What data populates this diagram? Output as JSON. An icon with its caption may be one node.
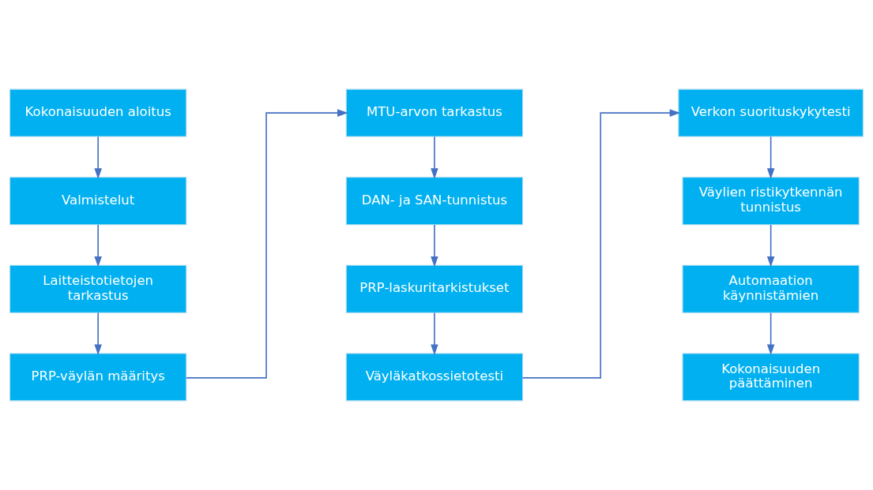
{
  "diagram": {
    "nodes": [
      {
        "text": [
          "Kokonaisuuden aloitus"
        ]
      },
      {
        "text": [
          "Valmistelut"
        ]
      },
      {
        "text": [
          "Laitteistotietojen tarkastus"
        ]
      },
      {
        "text": [
          "PRP-väylän määritys"
        ]
      },
      {
        "text": [
          "MTU-arvon tarkastus"
        ]
      },
      {
        "text": [
          "DAN- ja SAN-tunnistus"
        ]
      },
      {
        "text": [
          "PRP-laskuritarkistukset"
        ]
      },
      {
        "text": [
          "Väyläkatkossietotesti"
        ]
      },
      {
        "text": [
          "Verkon suorituskykytesti"
        ]
      },
      {
        "text": [
          "Väylien ristikytkennän tunnistus"
        ]
      },
      {
        "text": [
          "Automaation käynnistämien"
        ]
      },
      {
        "text": [
          "Kokonaisuuden päättäminen"
        ]
      }
    ],
    "edges": [
      {
        "from": 0,
        "to": 1,
        "arrow": "to"
      },
      {
        "from": 1,
        "to": 2,
        "arrow": "to"
      },
      {
        "from": 2,
        "to": 3,
        "arrow": "to"
      },
      {
        "from": 3,
        "to": 4,
        "arrow": "to"
      },
      {
        "from": 4,
        "to": 5,
        "arrow": "to"
      },
      {
        "from": 5,
        "to": 6,
        "arrow": "to"
      },
      {
        "from": 6,
        "to": 7,
        "arrow": "to"
      },
      {
        "from": 7,
        "to": 8,
        "arrow": "to"
      },
      {
        "from": 8,
        "to": 9,
        "arrow": "to"
      },
      {
        "from": 9,
        "to": 10,
        "arrow": "to"
      },
      {
        "from": 10,
        "to": 11,
        "arrow": "to"
      }
    ]
  }
}
